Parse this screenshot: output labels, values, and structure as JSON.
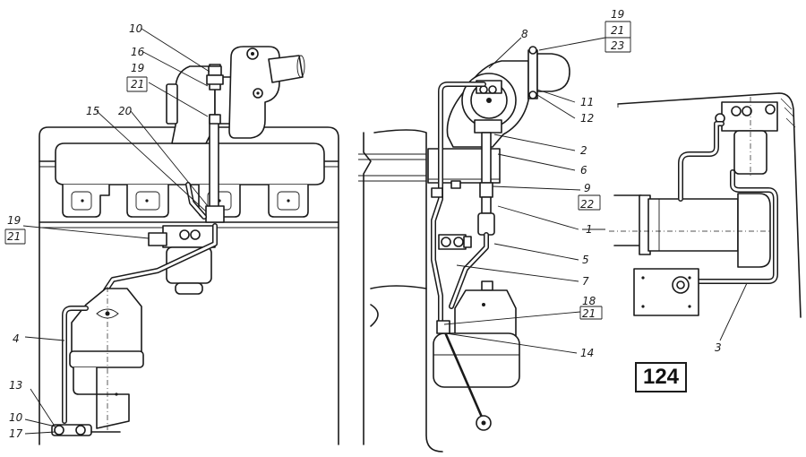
{
  "figure": {
    "number": "124"
  },
  "callouts": {
    "left": [
      {
        "id": "c10a",
        "text": "10"
      },
      {
        "id": "c16",
        "text": "16"
      },
      {
        "id": "c19a",
        "text": "19"
      },
      {
        "id": "c21a",
        "text": "21"
      },
      {
        "id": "c15",
        "text": "15"
      },
      {
        "id": "c20",
        "text": "20"
      },
      {
        "id": "c19b",
        "text": "19"
      },
      {
        "id": "c21b",
        "text": "21"
      },
      {
        "id": "c4",
        "text": "4"
      },
      {
        "id": "c13",
        "text": "13"
      },
      {
        "id": "c10b",
        "text": "10"
      },
      {
        "id": "c17",
        "text": "17"
      }
    ],
    "middle": [
      {
        "id": "c8",
        "text": "8"
      },
      {
        "id": "c19c",
        "text": "19"
      },
      {
        "id": "c21c",
        "text": "21"
      },
      {
        "id": "c23",
        "text": "23"
      },
      {
        "id": "c11",
        "text": "11"
      },
      {
        "id": "c12",
        "text": "12"
      },
      {
        "id": "c2",
        "text": "2"
      },
      {
        "id": "c6",
        "text": "6"
      },
      {
        "id": "c9",
        "text": "9"
      },
      {
        "id": "c22",
        "text": "22"
      },
      {
        "id": "c1",
        "text": "1"
      },
      {
        "id": "c5",
        "text": "5"
      },
      {
        "id": "c7",
        "text": "7"
      },
      {
        "id": "c18",
        "text": "18"
      },
      {
        "id": "c21d",
        "text": "21"
      },
      {
        "id": "c14",
        "text": "14"
      }
    ],
    "right": [
      {
        "id": "c3",
        "text": "3"
      }
    ]
  }
}
